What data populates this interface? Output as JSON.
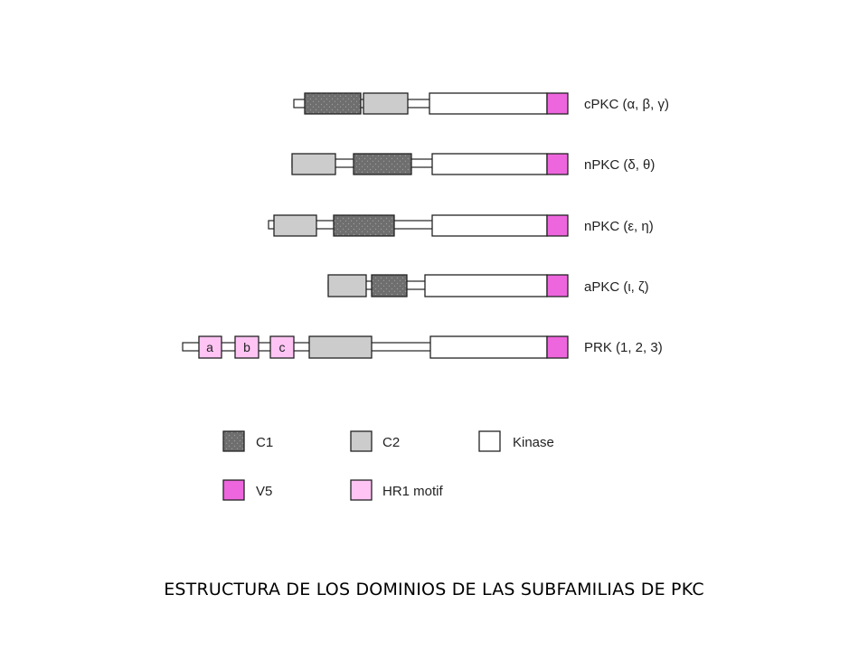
{
  "colors": {
    "C1": "#707070",
    "C2": "#cccccc",
    "Kinase": "#ffffff",
    "V5": "#ee66dd",
    "HR1": "#ffc4f4"
  },
  "rows": [
    {
      "label": "cPKC (α, β, γ)",
      "domains": [
        "C1",
        "C2",
        "Kinase",
        "V5"
      ]
    },
    {
      "label": "nPKC (δ, θ)",
      "domains": [
        "C2",
        "C1",
        "Kinase",
        "V5"
      ]
    },
    {
      "label": "nPKC (ε, η)",
      "domains": [
        "C2",
        "C1",
        "Kinase",
        "V5"
      ]
    },
    {
      "label": "aPKC (ι, ζ)",
      "domains": [
        "C2",
        "C1",
        "Kinase",
        "V5"
      ]
    },
    {
      "label": "PRK (1, 2, 3)",
      "domains": [
        "HR1",
        "HR1",
        "HR1",
        "C2",
        "Kinase",
        "V5"
      ],
      "hr1_letters": [
        "a",
        "b",
        "c"
      ]
    }
  ],
  "legend": [
    {
      "key": "C1",
      "label": "C1"
    },
    {
      "key": "C2",
      "label": "C2"
    },
    {
      "key": "Kinase",
      "label": "Kinase"
    },
    {
      "key": "V5",
      "label": "V5"
    },
    {
      "key": "HR1",
      "label": "HR1 motif"
    }
  ],
  "caption": "ESTRUCTURA DE LOS DOMINIOS DE LAS SUBFAMILIAS DE PKC"
}
